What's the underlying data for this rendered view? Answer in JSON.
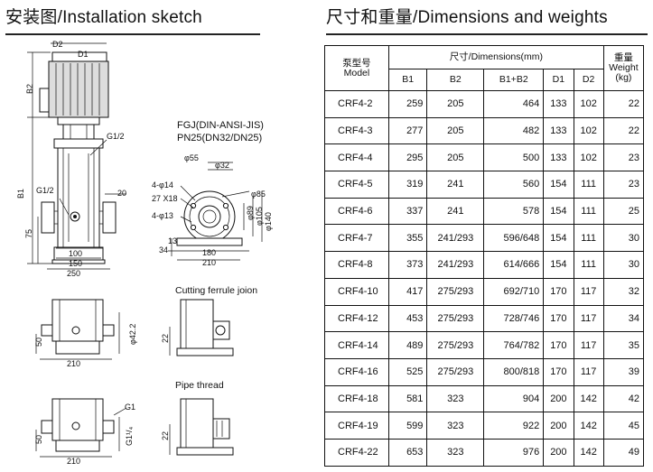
{
  "header": {
    "left_title": "安装图/Installation sketch",
    "right_title": "尺寸和重量/Dimensions and weights"
  },
  "sketch": {
    "flange_spec_1": "FGJ(DIN-ANSI-JIS)",
    "flange_spec_2": "PN25(DN32/DN25)",
    "cutting_ferrule": "Cutting  ferrule  joion",
    "pipe_thread": "Pipe  thread",
    "labels": {
      "d2": "D2",
      "d1": "D1",
      "b2": "B2",
      "b1": "B1",
      "g12_top": "G1/2",
      "g12_side": "G1/2",
      "d20": "20",
      "d75": "75",
      "d100": "100",
      "d150": "150",
      "d250": "250",
      "phi14": "4-φ14",
      "x27": "27 X18",
      "phi13": "4-φ13",
      "phi55": "φ55",
      "phi32": "φ32",
      "phi85": "φ85",
      "phi89": "φ89",
      "phi105": "φ105",
      "phi140": "φ140",
      "d34": "34",
      "d13": "13",
      "d180": "180",
      "d210": "210",
      "cf_50": "50",
      "cf_210": "210",
      "cf_phi42": "φ42.2",
      "cf_22": "22",
      "pt_g1": "G1",
      "pt_50": "50",
      "pt_210": "210",
      "pt_g1b": "G1¹/₄",
      "pt_22": "22"
    }
  },
  "table": {
    "header_model_cn": "泵型号",
    "header_model_en": "Model",
    "header_dimensions": "尺寸/Dimensions(mm)",
    "header_weight_cn": "重量",
    "header_weight_en": "Weight",
    "header_weight_unit": "(kg)",
    "columns": [
      "B1",
      "B2",
      "B1+B2",
      "D1",
      "D2"
    ],
    "rows": [
      {
        "model": "CRF4-2",
        "b1": "259",
        "b2": "205",
        "b1b2": "464",
        "d1": "133",
        "d2": "102",
        "weight": "22"
      },
      {
        "model": "CRF4-3",
        "b1": "277",
        "b2": "205",
        "b1b2": "482",
        "d1": "133",
        "d2": "102",
        "weight": "22"
      },
      {
        "model": "CRF4-4",
        "b1": "295",
        "b2": "205",
        "b1b2": "500",
        "d1": "133",
        "d2": "102",
        "weight": "23"
      },
      {
        "model": "CRF4-5",
        "b1": "319",
        "b2": "241",
        "b1b2": "560",
        "d1": "154",
        "d2": "111",
        "weight": "23"
      },
      {
        "model": "CRF4-6",
        "b1": "337",
        "b2": "241",
        "b1b2": "578",
        "d1": "154",
        "d2": "111",
        "weight": "25"
      },
      {
        "model": "CRF4-7",
        "b1": "355",
        "b2": "241/293",
        "b1b2": "596/648",
        "d1": "154",
        "d2": "111",
        "weight": "30"
      },
      {
        "model": "CRF4-8",
        "b1": "373",
        "b2": "241/293",
        "b1b2": "614/666",
        "d1": "154",
        "d2": "111",
        "weight": "30"
      },
      {
        "model": "CRF4-10",
        "b1": "417",
        "b2": "275/293",
        "b1b2": "692/710",
        "d1": "170",
        "d2": "117",
        "weight": "32"
      },
      {
        "model": "CRF4-12",
        "b1": "453",
        "b2": "275/293",
        "b1b2": "728/746",
        "d1": "170",
        "d2": "117",
        "weight": "34"
      },
      {
        "model": "CRF4-14",
        "b1": "489",
        "b2": "275/293",
        "b1b2": "764/782",
        "d1": "170",
        "d2": "117",
        "weight": "35"
      },
      {
        "model": "CRF4-16",
        "b1": "525",
        "b2": "275/293",
        "b1b2": "800/818",
        "d1": "170",
        "d2": "117",
        "weight": "39"
      },
      {
        "model": "CRF4-18",
        "b1": "581",
        "b2": "323",
        "b1b2": "904",
        "d1": "200",
        "d2": "142",
        "weight": "42"
      },
      {
        "model": "CRF4-19",
        "b1": "599",
        "b2": "323",
        "b1b2": "922",
        "d1": "200",
        "d2": "142",
        "weight": "45"
      },
      {
        "model": "CRF4-22",
        "b1": "653",
        "b2": "323",
        "b1b2": "976",
        "d1": "200",
        "d2": "142",
        "weight": "49"
      }
    ]
  }
}
